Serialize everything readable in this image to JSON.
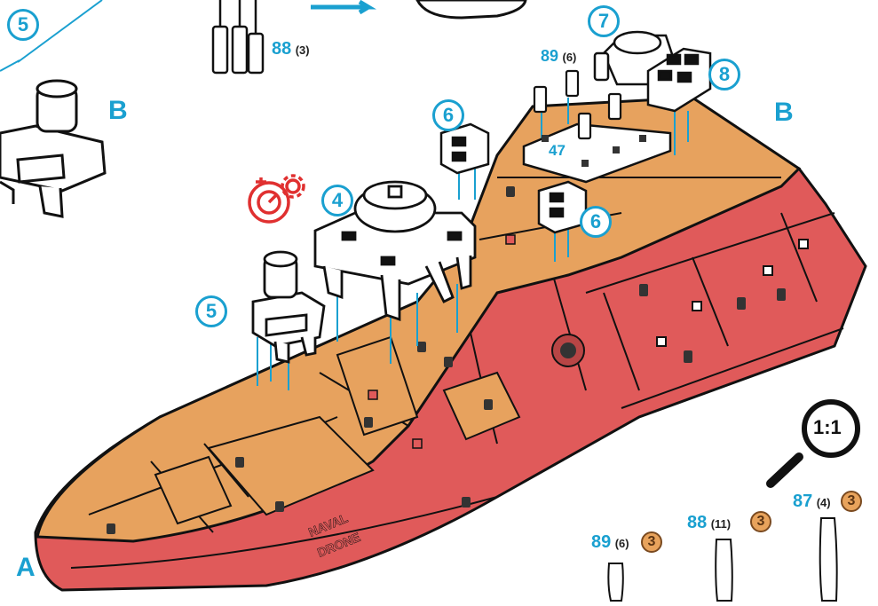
{
  "labels": {
    "a": "A",
    "b_left": "B",
    "b_right": "B"
  },
  "steps": [
    "5",
    "5",
    "4",
    "6",
    "6",
    "7",
    "8"
  ],
  "part_47": "47",
  "callouts": {
    "top_88_num": "88",
    "top_88_count": "(3)",
    "top_89_num": "89",
    "top_89_count": "(6)"
  },
  "parts_bottom": [
    {
      "num": "89",
      "count": "(6)",
      "coin": "3"
    },
    {
      "num": "88",
      "count": "(11)",
      "coin": "3"
    },
    {
      "num": "87",
      "count": "(4)",
      "coin": "3"
    }
  ],
  "scale_label": "1:1",
  "icons": [
    "stopwatch-gear-icon",
    "magnifier-icon"
  ],
  "colors": {
    "accent": "#1aa0d0",
    "hull": "#e05a5a",
    "deck": "#e7a25e",
    "timer": "#e03030"
  }
}
